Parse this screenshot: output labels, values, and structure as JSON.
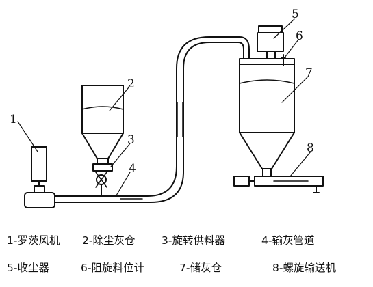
{
  "labels": {
    "n1": "1",
    "n2": "2",
    "n3": "3",
    "n4": "4",
    "n5": "5",
    "n6": "6",
    "n7": "7",
    "n8": "8"
  },
  "legend": {
    "row1": [
      "1-罗茨风机",
      "2-除尘灰仓",
      "3-旋转供料器",
      "4-输灰管道"
    ],
    "row2": [
      "5-收尘器",
      "6-阻旋料位计",
      "7-储灰仓",
      "8-螺旋输送机"
    ]
  }
}
